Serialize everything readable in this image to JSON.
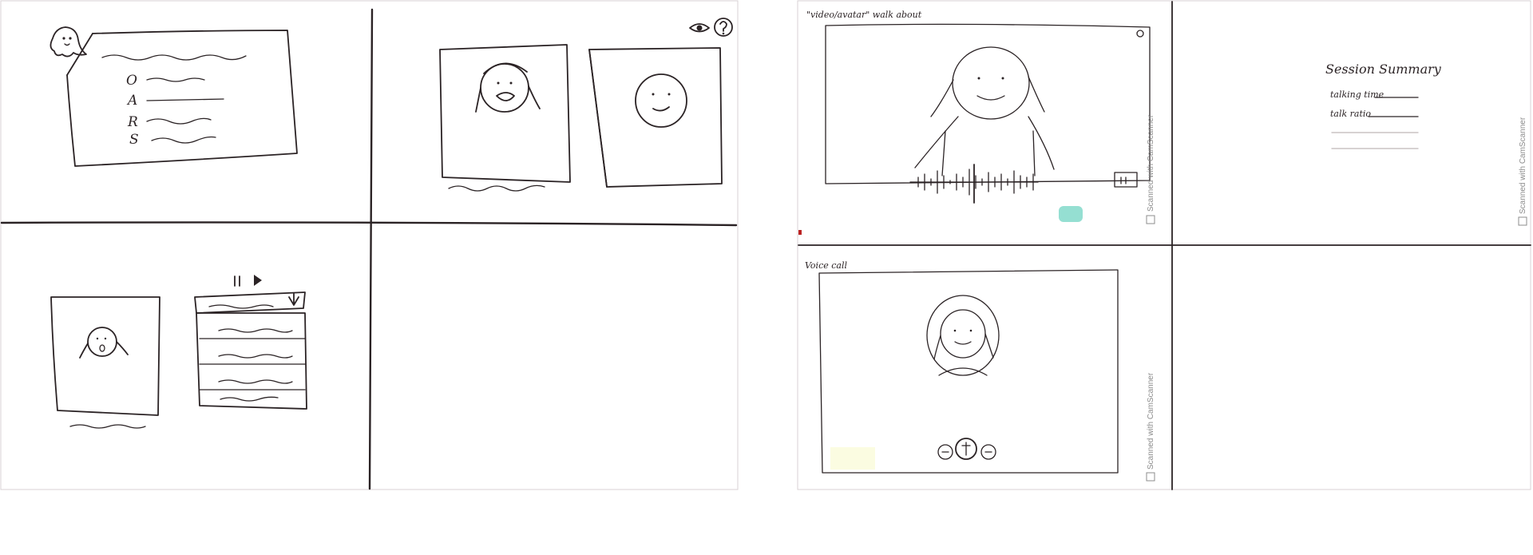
{
  "sketches": {
    "left_sheet": {
      "panel_1": {
        "option_letters": [
          "O",
          "A",
          "R",
          "S"
        ]
      }
    },
    "right_sheet": {
      "video_call_panel": {
        "title": "\"video/avatar\" walk about"
      },
      "summary_panel": {
        "title": "Session Summary",
        "rows": [
          "talking time",
          "talk ratio"
        ]
      },
      "voice_call_panel": {
        "title": "Voice call"
      }
    },
    "watermark_text": "Scanned with CamScanner"
  },
  "colors": {
    "ink": "#2b2325",
    "paper": "#ffffff",
    "frame": "#d8d2d4",
    "watermark": "#8c8c8c",
    "smudge": "#4fc9b4"
  }
}
